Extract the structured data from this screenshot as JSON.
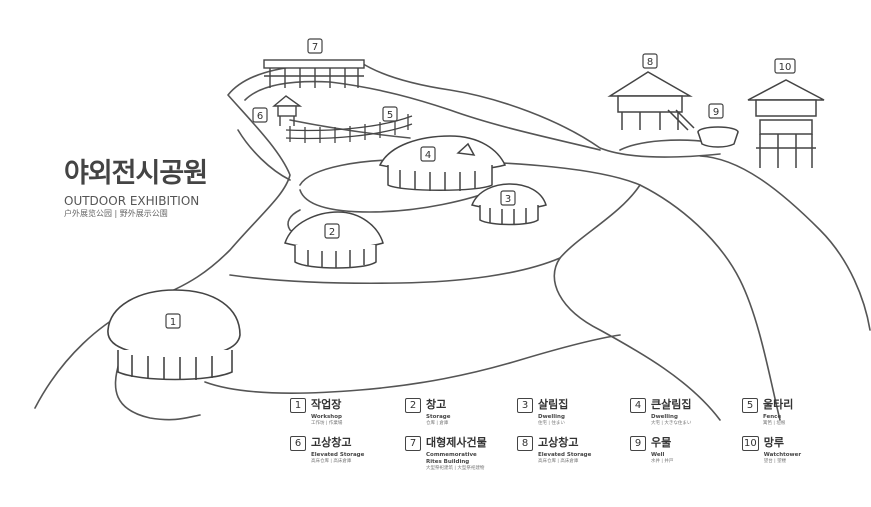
{
  "title": {
    "korean": "야외전시공원",
    "english": "OUTDOOR EXHIBITION",
    "cjk": "户外展览公园 | 野外展示公園"
  },
  "markers": [
    {
      "number": "1",
      "name": "작업장"
    },
    {
      "number": "2",
      "name": "창고"
    },
    {
      "number": "3",
      "name": "살림집"
    },
    {
      "number": "4",
      "name": "큰살림집"
    },
    {
      "number": "5",
      "name": "울타리"
    },
    {
      "number": "6",
      "name": "고상창고"
    },
    {
      "number": "7",
      "name": "대형제사건물"
    },
    {
      "number": "8",
      "name": "고상창고"
    },
    {
      "number": "9",
      "name": "우물"
    },
    {
      "number": "10",
      "name": "망루"
    }
  ],
  "legend": [
    {
      "number": "1",
      "ko": "작업장",
      "en": "Workshop",
      "cjk": "工作坊 | 作業場"
    },
    {
      "number": "2",
      "ko": "창고",
      "en": "Storage",
      "cjk": "仓库 | 倉庫"
    },
    {
      "number": "3",
      "ko": "살림집",
      "en": "Dwelling",
      "cjk": "住宅 | 住まい"
    },
    {
      "number": "4",
      "ko": "큰살림집",
      "en": "Dwelling",
      "cjk": "大宅 | 大きな住まい"
    },
    {
      "number": "5",
      "ko": "울타리",
      "en": "Fence",
      "cjk": "篱笆 | 垣根"
    },
    {
      "number": "6",
      "ko": "고상창고",
      "en": "Elevated Storage",
      "cjk": "高床仓库 | 高床倉庫"
    },
    {
      "number": "7",
      "ko": "대형제사건물",
      "en": "Commemorative Rites Building",
      "cjk": "大型祭祀建筑 | 大型祭祀建物"
    },
    {
      "number": "8",
      "ko": "고상창고",
      "en": "Elevated Storage",
      "cjk": "高床仓库 | 高床倉庫"
    },
    {
      "number": "9",
      "ko": "우물",
      "en": "Well",
      "cjk": "水井 | 井戸"
    },
    {
      "number": "10",
      "ko": "망루",
      "en": "Watchtower",
      "cjk": "望台 | 望楼"
    }
  ]
}
